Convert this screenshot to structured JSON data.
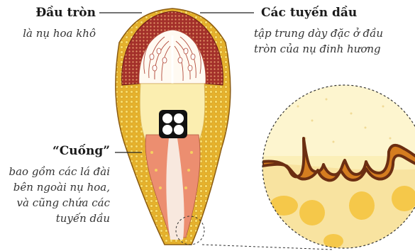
{
  "labels": {
    "head": {
      "title": "Đầu tròn",
      "desc": "là nụ hoa khô"
    },
    "glands": {
      "title": "Các tuyến dầu",
      "desc_line1": "tập trung dày đặc ở đầu",
      "desc_line2": "tròn của nụ đinh hương"
    },
    "stem": {
      "title": "“Cuống”",
      "desc_line1": "bao gồm các lá đài",
      "desc_line2": "bên ngoài nụ hoa,",
      "desc_line3": "và cũng chứa các",
      "desc_line4": "tuyến dầu"
    }
  },
  "colors": {
    "outer_wall": "#e8b830",
    "outer_dots": "#f6dc6a",
    "head_red": "#a3302a",
    "inner_yellow": "#fbeeb0",
    "salmon": "#ec8e70",
    "pale_core": "#f8e8de",
    "zoom_fill": "#fbefb8",
    "gland_brown": "#6b2e12",
    "gland_orange": "#d57d20",
    "blob": "#f5c84a"
  }
}
